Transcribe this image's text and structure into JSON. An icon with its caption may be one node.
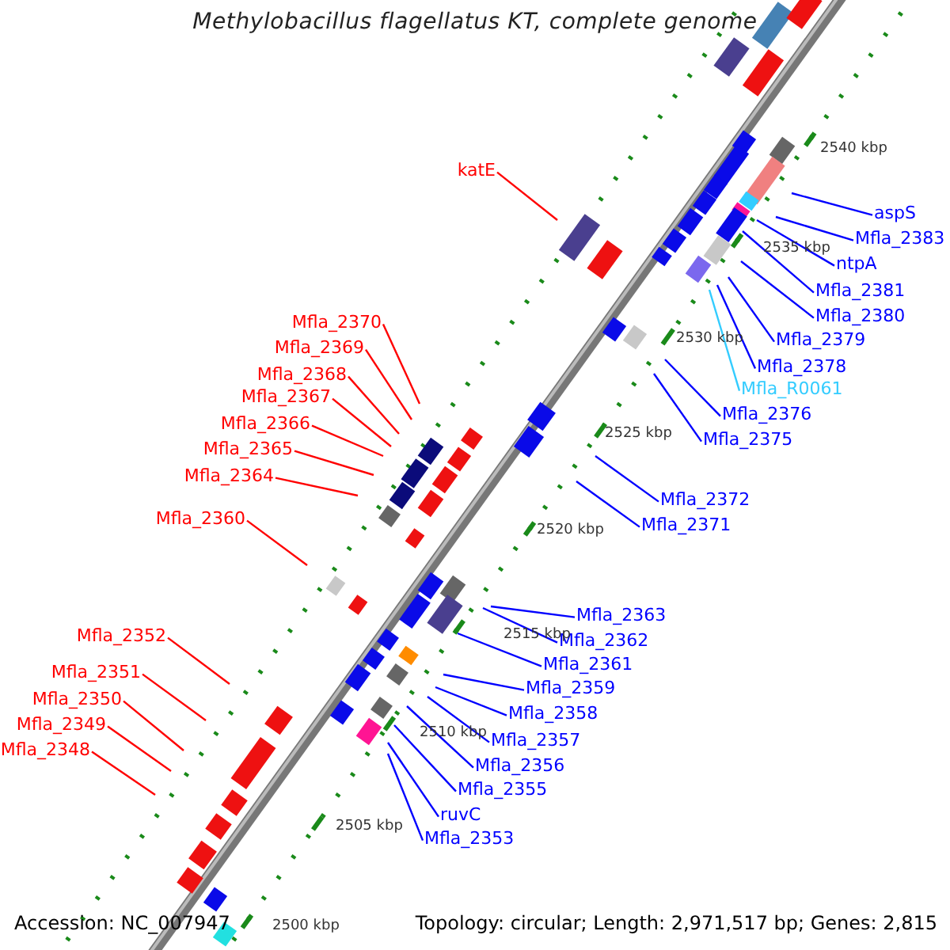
{
  "diagram": {
    "title": "Methylobacillus flagellatus KT, complete genome",
    "nodes": [
      {
        "text": [
          "katE"
        ]
      },
      {
        "text": [
          "aspS"
        ]
      },
      {
        "text": [
          "Mfla_2383"
        ]
      },
      {
        "text": [
          "ntpA"
        ]
      },
      {
        "text": [
          "Mfla_2381"
        ]
      },
      {
        "text": [
          "Mfla_2380"
        ]
      },
      {
        "text": [
          "Mfla_2379"
        ]
      },
      {
        "text": [
          "Mfla_2378"
        ]
      },
      {
        "text": [
          "Mfla_R0061"
        ]
      },
      {
        "text": [
          "Mfla_2376"
        ]
      },
      {
        "text": [
          "Mfla_2375"
        ]
      },
      {
        "text": [
          "Mfla_2370"
        ]
      },
      {
        "text": [
          "Mfla_2369"
        ]
      },
      {
        "text": [
          "Mfla_2368"
        ]
      },
      {
        "text": [
          "Mfla_2367"
        ]
      },
      {
        "text": [
          "Mfla_2366"
        ]
      },
      {
        "text": [
          "Mfla_2365"
        ]
      },
      {
        "text": [
          "Mfla_2364"
        ]
      },
      {
        "text": [
          "Mfla_2372"
        ]
      },
      {
        "text": [
          "Mfla_2371"
        ]
      },
      {
        "text": [
          "Mfla_2360"
        ]
      },
      {
        "text": [
          "Mfla_2363"
        ]
      },
      {
        "text": [
          "Mfla_2362"
        ]
      },
      {
        "text": [
          "Mfla_2361"
        ]
      },
      {
        "text": [
          "Mfla_2359"
        ]
      },
      {
        "text": [
          "Mfla_2358"
        ]
      },
      {
        "text": [
          "Mfla_2357"
        ]
      },
      {
        "text": [
          "Mfla_2356"
        ]
      },
      {
        "text": [
          "Mfla_2355"
        ]
      },
      {
        "text": [
          "ruvC"
        ]
      },
      {
        "text": [
          "Mfla_2353"
        ]
      },
      {
        "text": [
          "Mfla_2352"
        ]
      },
      {
        "text": [
          "Mfla_2351"
        ]
      },
      {
        "text": [
          "Mfla_2350"
        ]
      },
      {
        "text": [
          "Mfla_2349"
        ]
      },
      {
        "text": [
          "Mfla_2348"
        ]
      }
    ],
    "edges": [
      {
        "from": 0,
        "to": null,
        "arrow": "none",
        "color": "#ff0000"
      },
      {
        "from": 1,
        "to": null,
        "arrow": "none"
      },
      {
        "from": 2,
        "to": null,
        "arrow": "none"
      },
      {
        "from": 3,
        "to": null,
        "arrow": "none"
      },
      {
        "from": 4,
        "to": null,
        "arrow": "none"
      },
      {
        "from": 5,
        "to": null,
        "arrow": "none"
      },
      {
        "from": 6,
        "to": null,
        "arrow": "none"
      },
      {
        "from": 7,
        "to": null,
        "arrow": "none"
      },
      {
        "from": 8,
        "to": null,
        "arrow": "none",
        "color": "#33ccff"
      },
      {
        "from": 9,
        "to": null,
        "arrow": "none"
      },
      {
        "from": 10,
        "to": null,
        "arrow": "none"
      },
      {
        "from": 11,
        "to": null,
        "arrow": "none",
        "color": "#ff0000"
      },
      {
        "from": 12,
        "to": null,
        "arrow": "none",
        "color": "#ff0000"
      },
      {
        "from": 13,
        "to": null,
        "arrow": "none",
        "color": "#ff0000"
      },
      {
        "from": 14,
        "to": null,
        "arrow": "none",
        "color": "#ff0000"
      },
      {
        "from": 15,
        "to": null,
        "arrow": "none",
        "color": "#ff0000"
      },
      {
        "from": 16,
        "to": null,
        "arrow": "none",
        "color": "#ff0000"
      },
      {
        "from": 17,
        "to": null,
        "arrow": "none",
        "color": "#ff0000"
      },
      {
        "from": 18,
        "to": null,
        "arrow": "none"
      },
      {
        "from": 19,
        "to": null,
        "arrow": "none"
      },
      {
        "from": 20,
        "to": null,
        "arrow": "none",
        "color": "#ff0000"
      },
      {
        "from": 21,
        "to": null,
        "arrow": "none"
      },
      {
        "from": 22,
        "to": null,
        "arrow": "none"
      },
      {
        "from": 23,
        "to": null,
        "arrow": "none"
      },
      {
        "from": 24,
        "to": null,
        "arrow": "none"
      },
      {
        "from": 25,
        "to": null,
        "arrow": "none"
      },
      {
        "from": 26,
        "to": null,
        "arrow": "none"
      },
      {
        "from": 27,
        "to": null,
        "arrow": "none"
      },
      {
        "from": 28,
        "to": null,
        "arrow": "none"
      },
      {
        "from": 29,
        "to": null,
        "arrow": "none"
      },
      {
        "from": 30,
        "to": null,
        "arrow": "none"
      },
      {
        "from": 31,
        "to": null,
        "arrow": "none",
        "color": "#ff0000"
      },
      {
        "from": 32,
        "to": null,
        "arrow": "none",
        "color": "#ff0000"
      },
      {
        "from": 33,
        "to": null,
        "arrow": "none",
        "color": "#ff0000"
      },
      {
        "from": 34,
        "to": null,
        "arrow": "none",
        "color": "#ff0000"
      },
      {
        "from": 35,
        "to": null,
        "arrow": "none",
        "color": "#ff0000"
      }
    ],
    "labels": [
      "2540 kbp",
      "2535 kbp",
      "2530 kbp",
      "2525 kbp",
      "2520 kbp",
      "2515 kbp",
      "2510 kbp",
      "2505 kbp",
      "2500 kbp",
      "Accession: NC_007947",
      "Topology: circular; Length: 2,971,517 bp; Genes: 2,815"
    ]
  }
}
